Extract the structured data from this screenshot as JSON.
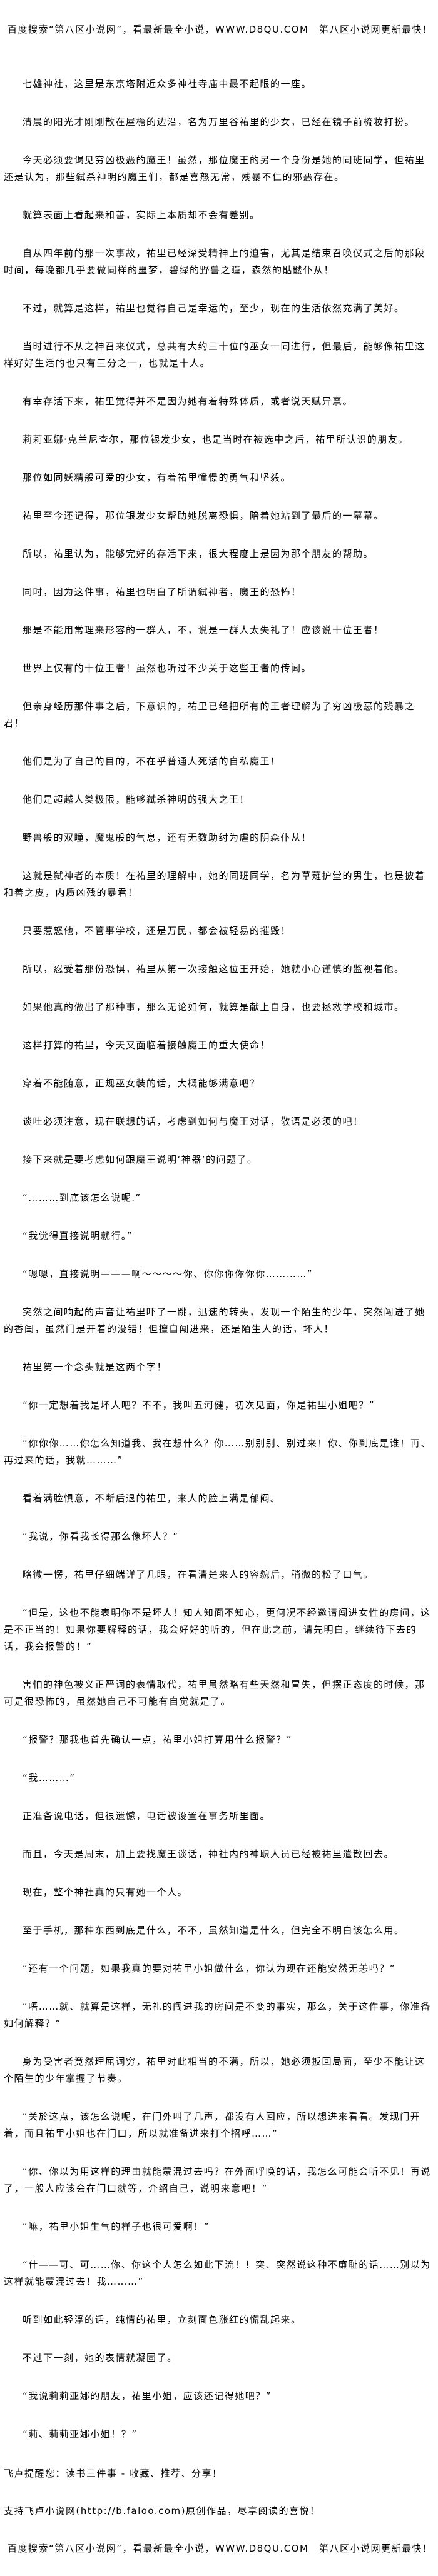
{
  "header": {
    "ad_text": "百度搜索“第八区小说网”，看最新最全小说，WWW.D8QU.COM　第八区小说网更新最快！"
  },
  "chapter": {
    "paragraphs": [
      "七雄神社，这里是东京塔附近众多神社寺庙中最不起眼的一座。",
      "清晨的阳光才刚刚散在屋檐的边沿，名为万里谷祐里的少女，已经在镜子前梳妆打扮。",
      "今天必须要谒见穷凶极恶的魔王！虽然，那位魔王的另一个身份是她的同班同学，但祐里还是认为，那些弑杀神明的魔王们，都是喜怒无常，残暴不仁的邪恶存在。",
      "就算表面上看起来和善，实际上本质却不会有差别。",
      "自从四年前的那一次事故，祐里已经深受精神上的迫害，尤其是结束召唤仪式之后的那段时间，每晚都几乎要做同样的噩梦，碧绿的野兽之瞳，森然的骷髅仆从！",
      "不过，就算是这样，祐里也觉得自己是幸运的，至少，现在的生活依然充满了美好。",
      "当时进行不从之神召来仪式，总共有大约三十位的巫女一同进行，但最后，能够像祐里这样好好生活的也只有三分之一，也就是十人。",
      "有幸存活下来，祐里觉得并不是因为她有着特殊体质，或者说天赋异禀。",
      "莉莉亚娜·克兰尼查尔，那位银发少女，也是当时在被选中之后，祐里所认识的朋友。",
      "那位如同妖精般可爱的少女，有着祐里憧憬的勇气和坚毅。",
      "祐里至今还记得，那位银发少女帮助她脱离恐惧，陪着她站到了最后的一幕幕。",
      "所以，祐里认为，能够完好的存活下来，很大程度上是因为那个朋友的帮助。",
      "同时，因为这件事，祐里也明白了所谓弑神者，魔王的恐怖！",
      "那是不能用常理来形容的一群人，不，说是一群人太失礼了！应该说十位王者！",
      "世界上仅有的十位王者！虽然也听过不少关于这些王者的传闻。",
      "但亲身经历那件事之后，下意识的，祐里已经把所有的王者理解为了穷凶极恶的残暴之君！",
      "他们是为了自己的目的，不在乎普通人死活的自私魔王！",
      "他们是超越人类极限，能够弑杀神明的强大之王！",
      "野兽般的双瞳，魔鬼般的气息，还有无数助纣为虐的阴森仆从！",
      "这就是弑神者的本质！在祐里的理解中，她的同班同学，名为草薙护堂的男生，也是披着和善之皮，内质凶残的暴君！",
      "只要惹怒他，不管事学校，还是万民，都会被轻易的摧毁！",
      "所以，忍受着那份恐惧，祐里从第一次接触这位王开始，她就小心谨慎的监视着他。",
      "如果他真的做出了那种事，那么无论如何，就算是献上自身，也要拯救学校和城市。",
      "这样打算的祐里，今天又面临着接触魔王的重大使命！",
      "穿着不能随意，正规巫女装的话，大概能够满意吧？",
      "谈吐必须注意，现在联想的话，考虑到如何与魔王对话，敬语是必须的吧！",
      "接下来就是要考虑如何跟魔王说明‘神器’的问题了。",
      "“………到底该怎么说呢.”",
      "“我觉得直接说明就行。”",
      "“嗯嗯，直接说明———啊～～～～你、你你你你你你…………”",
      "突然之间响起的声音让祐里吓了一跳，迅速的转头，发现一个陌生的少年，突然闯进了她的香闺，虽然门是开着的没错！但擅自闯进来，还是陌生人的话，坏人！",
      "祐里第一个念头就是这两个字！",
      "“你一定想着我是坏人吧？不不，我叫五河健，初次见面，你是祐里小姐吧？”",
      "“你你你……你怎么知道我、我在想什么？你……别别别、别过来！你、你到底是谁！再、再过来的话，我就………”",
      "看着满脸惧意，不断后退的祐里，来人的脸上满是郁闷。",
      "“我说，你看我长得那么像坏人？”",
      "略微一愣，祐里仔细端详了几眼，在看清楚来人的容貌后，稍微的松了口气。",
      "“但是，这也不能表明你不是坏人！知人知面不知心，更何况不经邀请闯进女性的房间，这是不正当的！如果你要解释的话，我会好好的听的，但在此之前，请先明白，继续待下去的话，我会报警的！”",
      "害怕的神色被义正严词的表情取代，祐里虽然略有些天然和冒失，但摆正态度的时候，那可是很恐怖的，虽然她自己不可能有自觉就是了。",
      "“报警？那我也首先确认一点，祐里小姐打算用什么报警？”",
      "“我………”",
      "正准备说电话，但很遗憾，电话被设置在事务所里面。",
      "而且，今天是周末，加上要找魔王谈话，神社内的神职人员已经被祐里遣散回去。",
      "现在，整个神社真的只有她一个人。",
      "至于手机，那种东西到底是什么，不不，虽然知道是什么，但完全不明白该怎么用。",
      "“还有一个问题，如果我真的要对祐里小姐做什么，你认为现在还能安然无恙吗？”",
      "“唔……就、就算是这样，无礼的闯进我的房间是不变的事实，那么，关于这件事，你准备如何解释？”",
      "身为受害者竟然理屈词穷，祐里对此相当的不满，所以，她必须扳回局面，至少不能让这个陌生的少年掌握了节奏。",
      "“关於这点，该怎么说呢，在门外叫了几声，都没有人回应，所以想进来看看。发现门开着，而且祐里小姐也在门口，所以就准备进来打个招呼……”",
      "“你、你以为用这样的理由就能蒙混过去吗？在外面呼唤的话，我怎么可能会听不见！再说了，一般人应该会在门口就等，介绍自己，说明来意吧！”",
      "“嘛，祐里小姐生气的样子也很可爱啊！”",
      "“什——可、可……你、你这个人怎么如此下流！！突、突然说这种不廉耻的话……别以为这样就能蒙混过去！我………”",
      "听到如此轻浮的话，纯情的祐里，立刻面色涨红的慌乱起来。",
      "不过下一刻，她的表情就凝固了。",
      "“我说莉莉亚娜的朋友，祐里小姐，应该还记得她吧？”",
      "“莉、莉莉亚娜小姐！？”"
    ]
  },
  "footer": {
    "reminder": "飞卢提醒您：读书三件事 - 收藏、推荐、分享！",
    "support": "支持飞卢小说网(http://b.faloo.com)原创作品，尽享阅读的喜悦！",
    "ad_text": "百度搜索“第八区小说网”，看最新最全小说，WWW.D8QU.COM　第八区小说网更新最快！"
  }
}
